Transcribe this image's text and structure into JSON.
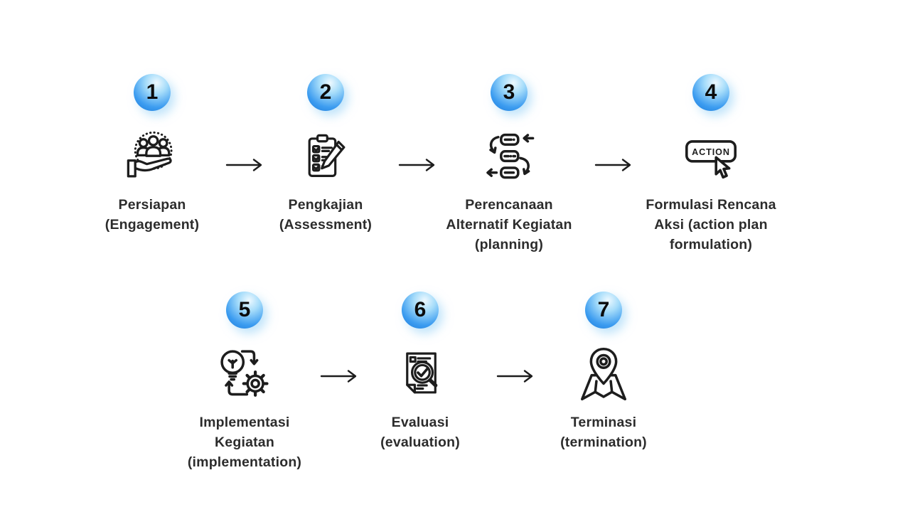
{
  "page": {
    "background": "#ffffff"
  },
  "process": {
    "steps": [
      {
        "number": "1",
        "label": "Persiapan\n(Engagement)",
        "icon": "engagement-icon"
      },
      {
        "number": "2",
        "label": "Pengkajian\n(Assessment)",
        "icon": "assessment-icon"
      },
      {
        "number": "3",
        "label": "Perencanaan\nAlternatif Kegiatan\n(planning)",
        "icon": "planning-icon"
      },
      {
        "number": "4",
        "label": "Formulasi Rencana\nAksi (action plan\nformulation)",
        "icon": "action-plan-icon",
        "icon_text": "ACTION"
      },
      {
        "number": "5",
        "label": "Implementasi\nKegiatan\n(implementation)",
        "icon": "implementation-icon"
      },
      {
        "number": "6",
        "label": "Evaluasi\n(evaluation)",
        "icon": "evaluation-icon"
      },
      {
        "number": "7",
        "label": "Terminasi\n(termination)",
        "icon": "termination-icon"
      }
    ],
    "connector": {
      "name": "arrow-right-icon",
      "glyph": "→"
    },
    "colors": {
      "badge_blue": "#3c9cf0",
      "badge_light": "#eef9ff",
      "badge_dark": "#1a78d8",
      "icon_ink": "#1d1d1d",
      "text": "#2c2c2c",
      "background": "#ffffff"
    }
  }
}
